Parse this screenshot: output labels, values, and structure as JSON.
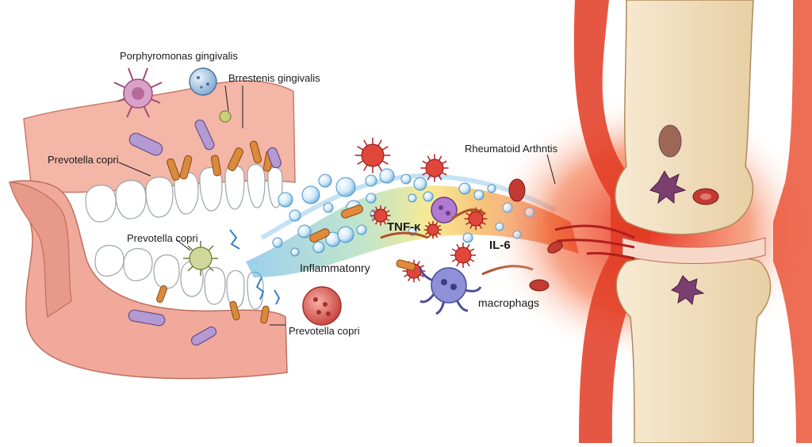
{
  "labels": {
    "porphyromonas": "Porphyromonas gingivalis",
    "brrestenis": "Brrestenis gingivalis",
    "prevotella_upper": "Prevotella copri",
    "prevotella_mid": "Prevotella copri",
    "prevotella_lower": "Prevotella copri",
    "inflammatory": "Inflammatonry",
    "tnf": "TNF-κ",
    "il6": "IL-6",
    "macrophages": "macrophags",
    "ra": "Rheumatoid Arthntis"
  },
  "colors": {
    "gum": "#f0a99a",
    "bone": "#f3e2c4",
    "tooth": "#ffffff",
    "bacteria_purple": "#a98fc4",
    "bacteria_orange": "#d98a3a",
    "cytokine_red": "#d83a2a",
    "joint_red": "#e23a22",
    "bubble_blue": "#8cc6ec"
  },
  "icons": [
    "spiky-bacterium-icon",
    "sphere-bacterium-icon",
    "rod-bacterium-icon",
    "cytokine-icon",
    "macrophage-icon",
    "bubble-icon"
  ]
}
